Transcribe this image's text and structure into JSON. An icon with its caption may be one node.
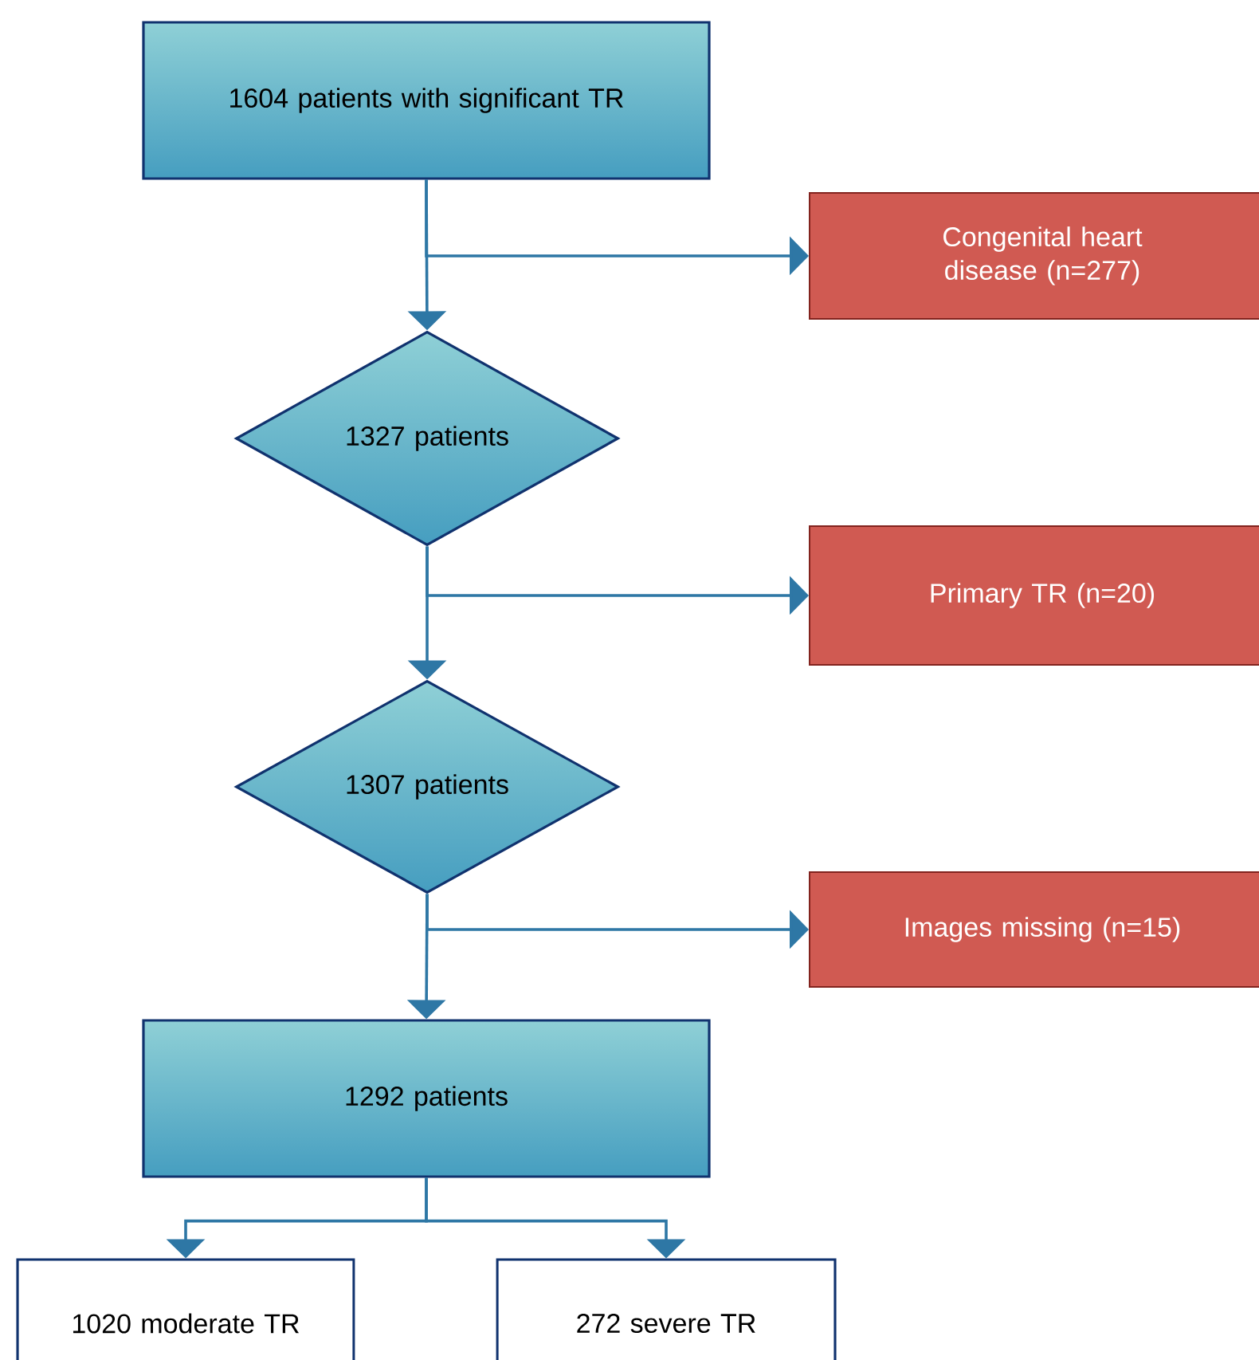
{
  "diagram": {
    "nodes": [
      {
        "text": [
          "1604 patients with significant TR"
        ]
      },
      {
        "text": [
          "Congenital heart disease (n=277)"
        ]
      },
      {
        "text": [
          "1327 patients"
        ]
      },
      {
        "text": [
          "Primary TR (n=20)"
        ]
      },
      {
        "text": [
          "1307 patients"
        ]
      },
      {
        "text": [
          "Images missing (n=15)"
        ]
      },
      {
        "text": [
          "1292 patients"
        ]
      },
      {
        "text": [
          "1020 moderate TR"
        ]
      },
      {
        "text": [
          "272 severe TR"
        ]
      }
    ],
    "edges": [
      {
        "from": 0,
        "to": 2,
        "arrow": "to"
      },
      {
        "from": 0,
        "to": 1,
        "arrow": "to"
      },
      {
        "from": 2,
        "to": 4,
        "arrow": "to"
      },
      {
        "from": 2,
        "to": 3,
        "arrow": "to"
      },
      {
        "from": 4,
        "to": 6,
        "arrow": "to"
      },
      {
        "from": 4,
        "to": 5,
        "arrow": "to"
      },
      {
        "from": 6,
        "to": 7,
        "arrow": "to"
      },
      {
        "from": 6,
        "to": 8,
        "arrow": "to"
      }
    ]
  }
}
